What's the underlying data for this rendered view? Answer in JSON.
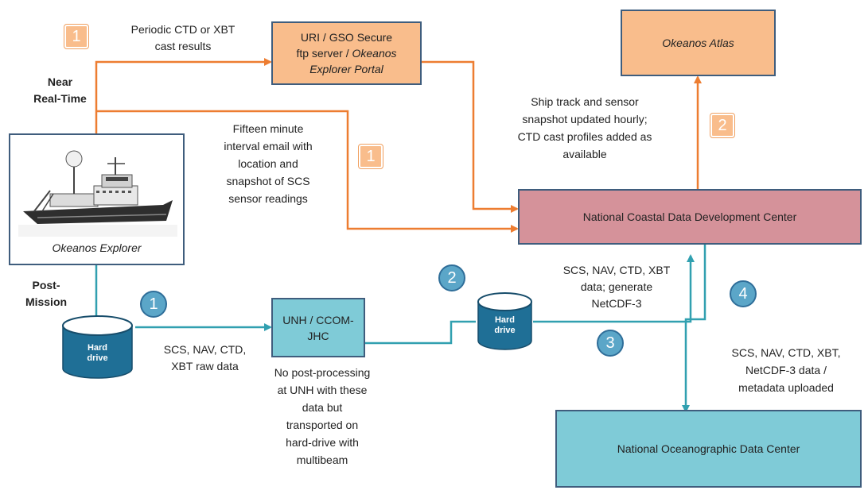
{
  "boxes": {
    "gso": {
      "line1": "URI / GSO Secure",
      "line2": "ftp server / ",
      "line2_italic": "Okeanos",
      "line3_italic": "Explorer Portal"
    },
    "atlas": "Okeanos Atlas",
    "ncddc": "National Coastal Data Development Center",
    "ship_caption": "Okeanos Explorer",
    "unh": "UNH / CCOM-JHC",
    "nodc": "National Oceanographic Data Center"
  },
  "labels": {
    "near_real_time": [
      "Near",
      "Real-Time"
    ],
    "post_mission": [
      "Post-",
      "Mission"
    ]
  },
  "texts": {
    "periodic": [
      "Periodic CTD or XBT",
      "cast results"
    ],
    "fifteen": [
      "Fifteen minute",
      "interval email with",
      "location and",
      "snapshot of SCS",
      "sensor readings"
    ],
    "ship_track": [
      "Ship track and sensor",
      "snapshot updated hourly;",
      "CTD cast profiles added as",
      "available"
    ],
    "raw_data": [
      "SCS, NAV, CTD,",
      "XBT raw data"
    ],
    "no_post": [
      "No post-processing",
      "at UNH with these",
      "data but",
      "transported on",
      "hard-drive with",
      "multibeam"
    ],
    "netcdf_gen": [
      "SCS, NAV, CTD, XBT",
      "data; generate",
      "NetCDF-3"
    ],
    "uploaded": [
      "SCS, NAV, CTD, XBT,",
      "NetCDF-3 data /",
      "metadata uploaded"
    ]
  },
  "drives": {
    "line1": "Hard",
    "line2": "drive"
  },
  "badges": {
    "orange_a": "1",
    "orange_b": "1",
    "orange_c": "2",
    "circle_1": "1",
    "circle_2": "2",
    "circle_3": "3",
    "circle_4": "4"
  },
  "colors": {
    "orange_arrow": "#ed7d31",
    "teal_arrow": "#31a0b0",
    "box_border": "#3f5d7d"
  }
}
